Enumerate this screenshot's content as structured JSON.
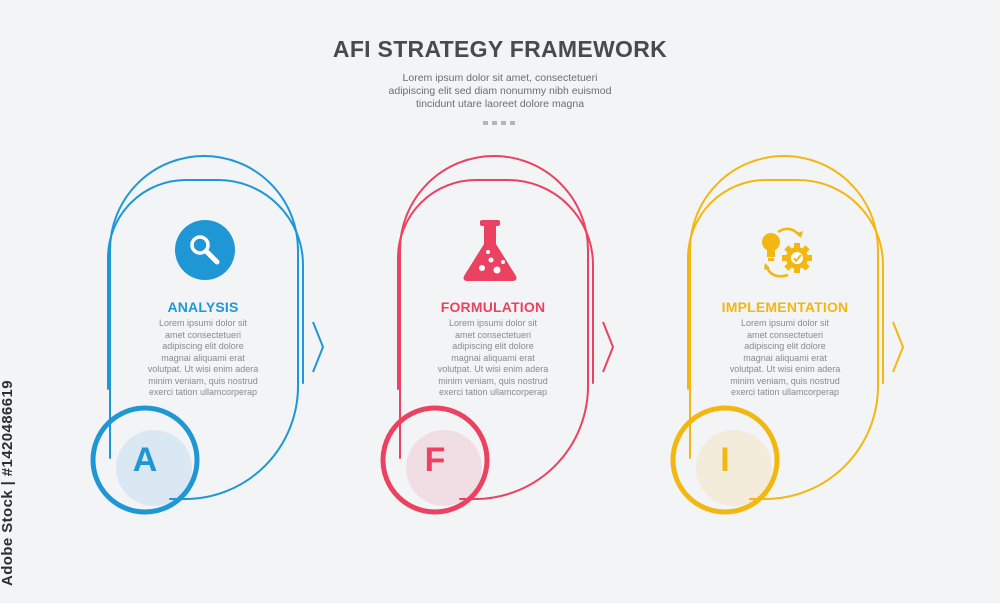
{
  "header": {
    "title": "AFI STRATEGY FRAMEWORK",
    "subtitle_lines": [
      "Lorem ipsum dolor sit amet, consectetueri",
      "adipiscing elit sed diam nonummy nibh euismod",
      "tincidunt utare laoreet dolore magna"
    ]
  },
  "steps": [
    {
      "heading": "ANALYSIS",
      "letter": "A",
      "icon": "magnifier-icon",
      "color": "#1f97d5",
      "body_lines": [
        "Lorem ipsumi dolor sit",
        "amet consectetueri",
        "adipiscing elit dolore",
        "magnai aliquami erat",
        "volutpat. Ut wisi enim adera",
        "minim veniam, quis nostrud",
        "exerci tation ullamcorperap"
      ]
    },
    {
      "heading": "FORMULATION",
      "letter": "F",
      "icon": "flask-icon",
      "color": "#ea4260",
      "body_lines": [
        "Lorem ipsumi dolor sit",
        "amet consectetueri",
        "adipiscing elit dolore",
        "magnai aliquami erat",
        "volutpat. Ut wisi enim adera",
        "minim veniam, quis nostrud",
        "exerci tation ullamcorperap"
      ]
    },
    {
      "heading": "IMPLEMENTATION",
      "letter": "I",
      "icon": "idea-gear-cycle-icon",
      "color": "#f3b712",
      "body_lines": [
        "Lorem ipsumi dolor sit",
        "amet consectetueri",
        "adipiscing elit dolore",
        "magnai aliquami erat",
        "volutpat. Ut wisi enim adera",
        "minim veniam, quis nostrud",
        "exerci tation ullamcorperap"
      ]
    }
  ],
  "stock_side_text": "Adobe Stock | #1420486619"
}
